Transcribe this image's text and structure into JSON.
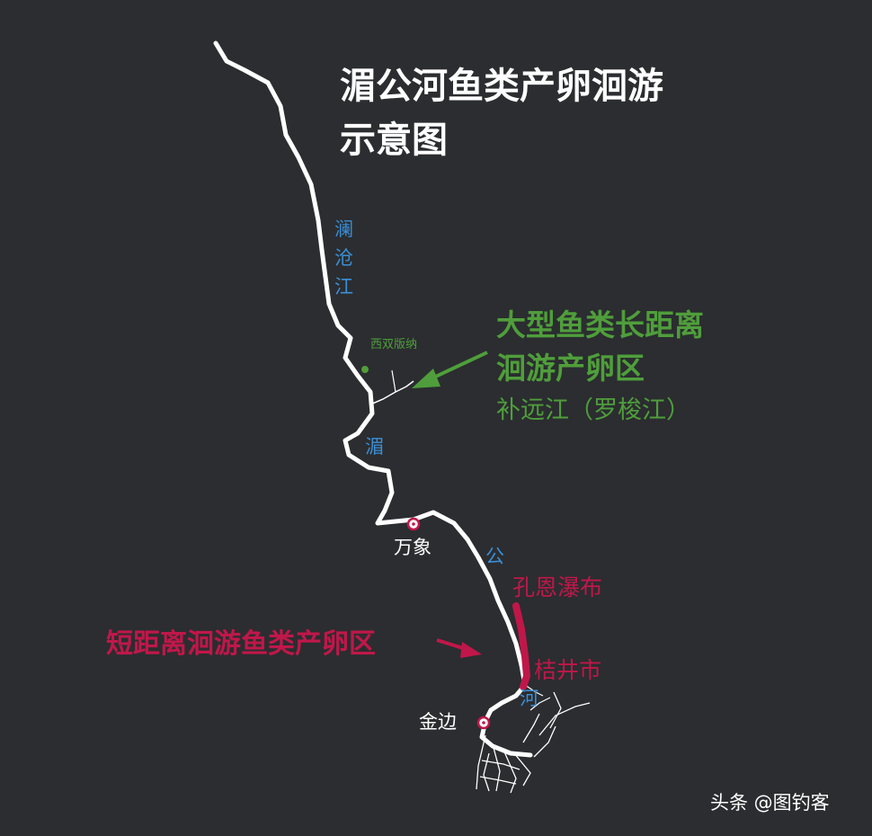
{
  "title": {
    "line1": "湄公河鱼类产卵洄游",
    "line2": "示意图"
  },
  "river_labels": [
    "澜",
    "沧",
    "江",
    "湄",
    "公",
    "河"
  ],
  "places": {
    "xishuangbanna": "西双版纳",
    "vientiane": "万象",
    "khone_falls": "孔恩瀑布",
    "pakse": "桔井市",
    "phnom_penh": "金边"
  },
  "zones": {
    "long_distance": {
      "line1": "大型鱼类长距离",
      "line2": "洄游产卵区",
      "sub": "补远江（罗梭江）"
    },
    "short_distance": "短距离洄游鱼类产卵区"
  },
  "watermark": "头条 @图钓客",
  "colors": {
    "background": "#2b2d30",
    "river": "#ffffff",
    "river_name": "#3b8fd6",
    "long_zone": "#4f9e3b",
    "short_zone": "#c0174a"
  }
}
